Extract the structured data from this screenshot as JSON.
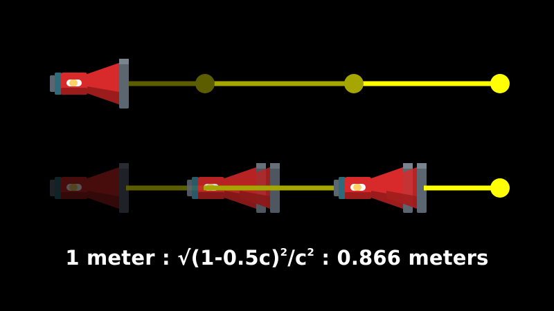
{
  "colors": {
    "background": "#000000",
    "beam_bright": "#ffff00",
    "beam_mid": "#a6a600",
    "beam_dim": "#5c5c00",
    "flashlight_body": "#d82a2a",
    "flashlight_dark": "#9c1c1c",
    "flashlight_cap": "#2e6b7a",
    "flashlight_metal": "#5c6670",
    "flashlight_switch": "#ffd166",
    "text": "#ffffff"
  },
  "icons": {
    "source": "flashlight-icon",
    "light_pulse": "light-dot-icon"
  },
  "formula": {
    "lhs": "1 meter",
    "sep1": " : ",
    "expr_pre": "√(1-0.5c)",
    "exp1": "2",
    "expr_mid": "/c",
    "exp2": "2",
    "sep2": " : ",
    "rhs": "0.866 meters"
  }
}
